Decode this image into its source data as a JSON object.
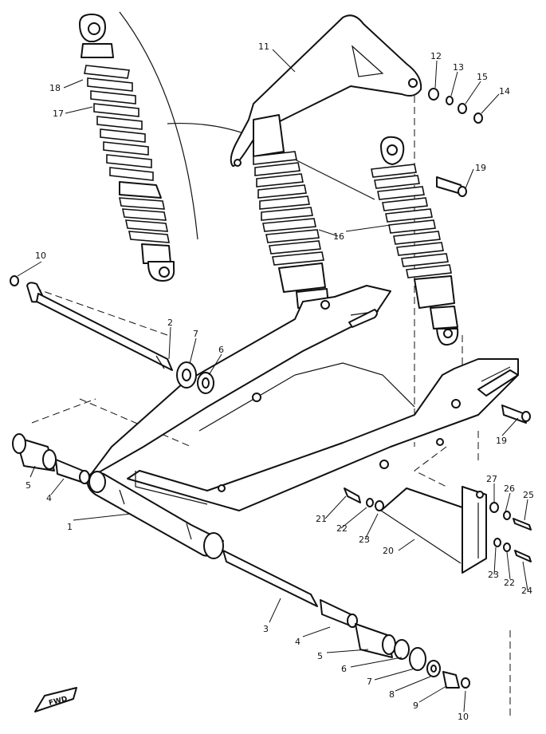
{
  "labels": {
    "l1": "1",
    "l2": "2",
    "l3": "3",
    "l4a": "4",
    "l4b": "4",
    "l5a": "5",
    "l5b": "5",
    "l6a": "6",
    "l6b": "6",
    "l7a": "7",
    "l7b": "7",
    "l8": "8",
    "l9": "9",
    "l10a": "10",
    "l10b": "10",
    "l11": "11",
    "l12": "12",
    "l13": "13",
    "l14": "14",
    "l15": "15",
    "l16": "16",
    "l17": "17",
    "l18": "18",
    "l19a": "19",
    "l19b": "19",
    "l20": "20",
    "l21": "21",
    "l22a": "22",
    "l22b": "22",
    "l23a": "23",
    "l23b": "23",
    "l24": "24",
    "l25": "25",
    "l26": "26",
    "l27": "27"
  },
  "front_arrow": "FWD"
}
